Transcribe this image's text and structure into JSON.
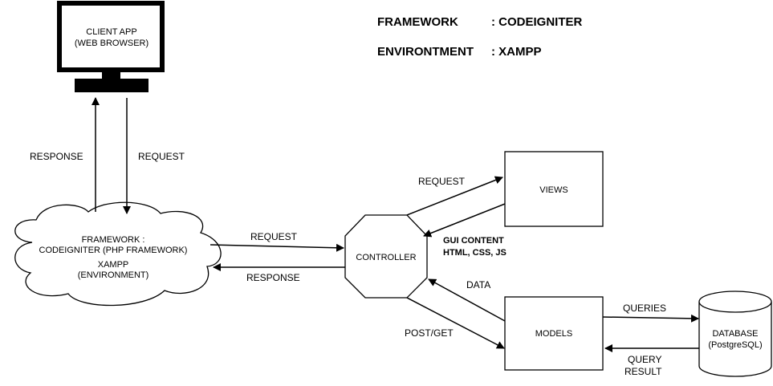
{
  "header": {
    "framework_key": "FRAMEWORK",
    "framework_value": ": CODEIGNITER",
    "environment_key": "ENVIRONTMENT",
    "environment_value": ": XAMPP"
  },
  "nodes": {
    "client": {
      "line1": "CLIENT APP",
      "line2": "(WEB BROWSER)"
    },
    "framework": {
      "line1": "FRAMEWORK :",
      "line2": "CODEIGNITER (PHP FRAMEWORK)",
      "line3": "XAMPP",
      "line4": "(ENVIRONMENT)"
    },
    "controller": {
      "label": "CONTROLLER"
    },
    "views": {
      "label": "VIEWS"
    },
    "models": {
      "label": "MODELS"
    },
    "database": {
      "line1": "DATABASE",
      "line2": "(PostgreSQL)"
    }
  },
  "edges": {
    "client_response": "RESPONSE",
    "client_request": "REQUEST",
    "fw_request": "REQUEST",
    "fw_response": "RESPONSE",
    "views_request": "REQUEST",
    "gui_line1": "GUI CONTENT",
    "gui_line2": "HTML, CSS, JS",
    "data": "DATA",
    "postget": "POST/GET",
    "queries": "QUERIES",
    "result_line1": "QUERY",
    "result_line2": "RESULT"
  }
}
